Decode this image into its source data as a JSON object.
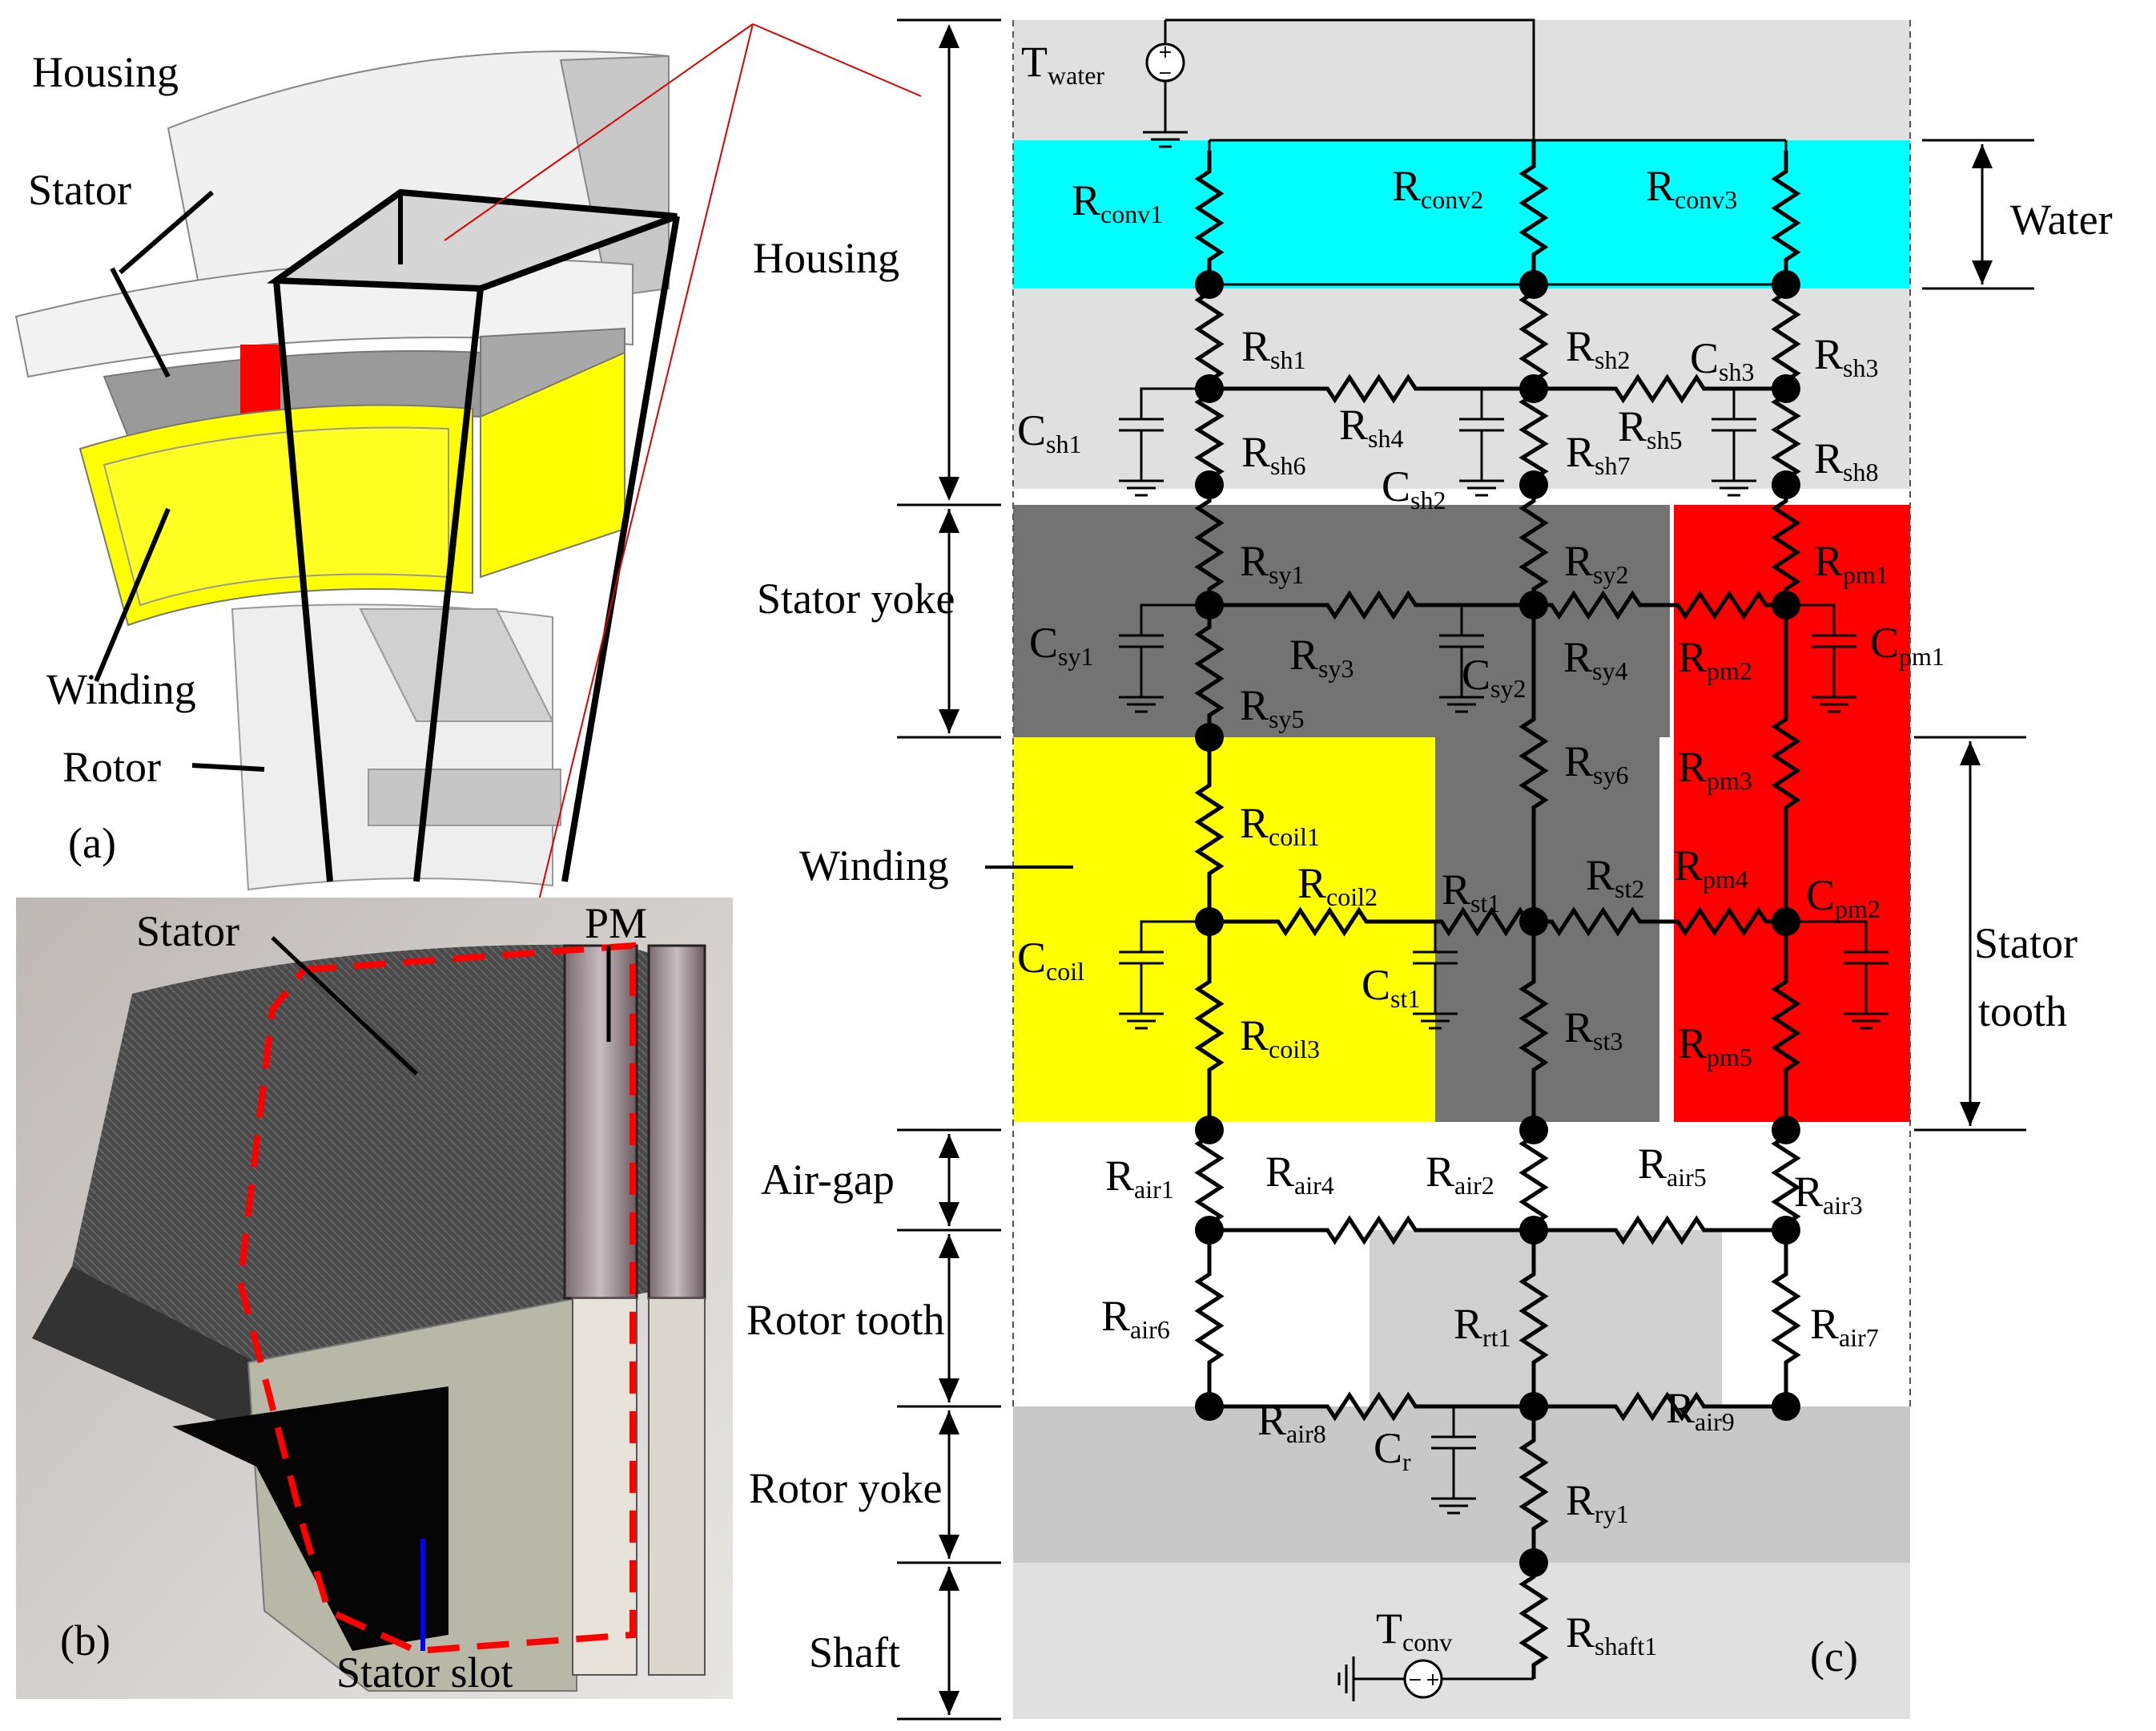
{
  "panels": {
    "a": "(a)",
    "b": "(b)",
    "c": "(c)"
  },
  "panel_a": {
    "housing": "Housing",
    "stator": "Stator",
    "winding": "Winding",
    "rotor": "Rotor"
  },
  "panel_b": {
    "stator": "Stator",
    "pm": "PM",
    "slot": "Stator slot"
  },
  "regions": {
    "housing": "Housing",
    "stator_yoke": "Stator yoke",
    "winding": "Winding",
    "airgap": "Air-gap",
    "rotor_tooth": "Rotor tooth",
    "rotor_yoke": "Rotor yoke",
    "shaft": "Shaft",
    "water": "Water",
    "stator_tooth_1": "Stator",
    "stator_tooth_2": "tooth"
  },
  "sources": {
    "t_water": [
      "T",
      "water"
    ],
    "t_conv": [
      "T",
      "conv"
    ]
  },
  "resistors": {
    "r_conv1": [
      "R",
      "conv1"
    ],
    "r_conv2": [
      "R",
      "conv2"
    ],
    "r_conv3": [
      "R",
      "conv3"
    ],
    "r_sh1": [
      "R",
      "sh1"
    ],
    "r_sh2": [
      "R",
      "sh2"
    ],
    "r_sh3": [
      "R",
      "sh3"
    ],
    "r_sh4": [
      "R",
      "sh4"
    ],
    "r_sh5": [
      "R",
      "sh5"
    ],
    "r_sh6": [
      "R",
      "sh6"
    ],
    "r_sh7": [
      "R",
      "sh7"
    ],
    "r_sh8": [
      "R",
      "sh8"
    ],
    "r_sy1": [
      "R",
      "sy1"
    ],
    "r_sy2": [
      "R",
      "sy2"
    ],
    "r_sy3": [
      "R",
      "sy3"
    ],
    "r_sy4": [
      "R",
      "sy4"
    ],
    "r_sy5": [
      "R",
      "sy5"
    ],
    "r_sy6": [
      "R",
      "sy6"
    ],
    "r_pm1": [
      "R",
      "pm1"
    ],
    "r_pm2": [
      "R",
      "pm2"
    ],
    "r_pm3": [
      "R",
      "pm3"
    ],
    "r_pm4": [
      "R",
      "pm4"
    ],
    "r_pm5": [
      "R",
      "pm5"
    ],
    "r_coil1": [
      "R",
      "coil1"
    ],
    "r_coil2": [
      "R",
      "coil2"
    ],
    "r_coil3": [
      "R",
      "coil3"
    ],
    "r_st1": [
      "R",
      "st1"
    ],
    "r_st2": [
      "R",
      "st2"
    ],
    "r_st3": [
      "R",
      "st3"
    ],
    "r_air1": [
      "R",
      "air1"
    ],
    "r_air2": [
      "R",
      "air2"
    ],
    "r_air3": [
      "R",
      "air3"
    ],
    "r_air4": [
      "R",
      "air4"
    ],
    "r_air5": [
      "R",
      "air5"
    ],
    "r_air6": [
      "R",
      "air6"
    ],
    "r_air7": [
      "R",
      "air7"
    ],
    "r_air8": [
      "R",
      "air8"
    ],
    "r_air9": [
      "R",
      "air9"
    ],
    "r_rt1": [
      "R",
      "rt1"
    ],
    "r_ry1": [
      "R",
      "ry1"
    ],
    "r_shaft1": [
      "R",
      "shaft1"
    ]
  },
  "capacitors": {
    "c_sh1": [
      "C",
      "sh1"
    ],
    "c_sh2": [
      "C",
      "sh2"
    ],
    "c_sh3": [
      "C",
      "sh3"
    ],
    "c_sy1": [
      "C",
      "sy1"
    ],
    "c_sy2": [
      "C",
      "sy2"
    ],
    "c_pm1": [
      "C",
      "pm1"
    ],
    "c_pm2": [
      "C",
      "pm2"
    ],
    "c_coil": [
      "C",
      "coil"
    ],
    "c_st1": [
      "C",
      "st1"
    ],
    "c_r": [
      "C",
      "r"
    ]
  },
  "colors": {
    "water": "#00ffff",
    "housing": "#e0e0e0",
    "stator_yoke": "#737373",
    "pm": "#ff0000",
    "winding": "#ffff00",
    "rotor_yoke": "#c8c8c8",
    "rotor_tooth": "#d0d0d0",
    "shaft": "#e0e0e0"
  }
}
